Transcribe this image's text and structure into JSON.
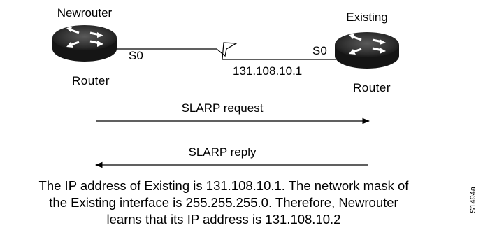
{
  "routers": {
    "newrouter": {
      "name": "Newrouter",
      "type_label": "Router",
      "port_label": "S0"
    },
    "existing": {
      "name": "Existing",
      "type_label": "Router",
      "port_label": "S0",
      "ip_label": "131.108.10.1"
    }
  },
  "link": {
    "style": "serial"
  },
  "messages": [
    {
      "label": "SLARP request",
      "direction": "right"
    },
    {
      "label": "SLARP reply",
      "direction": "left"
    }
  ],
  "caption": {
    "lines": [
      "The IP address of Existing is 131.108.10.1. The network mask of",
      "the Existing interface is 255.255.255.0. Therefore, Newrouter",
      "learns that its IP address is 131.108.10.2"
    ]
  },
  "figure_id": "S1494a",
  "colors": {
    "router_body": "#1a1a1a",
    "router_top": "#3a3a3a",
    "router_arrows": "#ffffff",
    "lines": "#000000"
  },
  "icons": {
    "router": "router-icon"
  }
}
